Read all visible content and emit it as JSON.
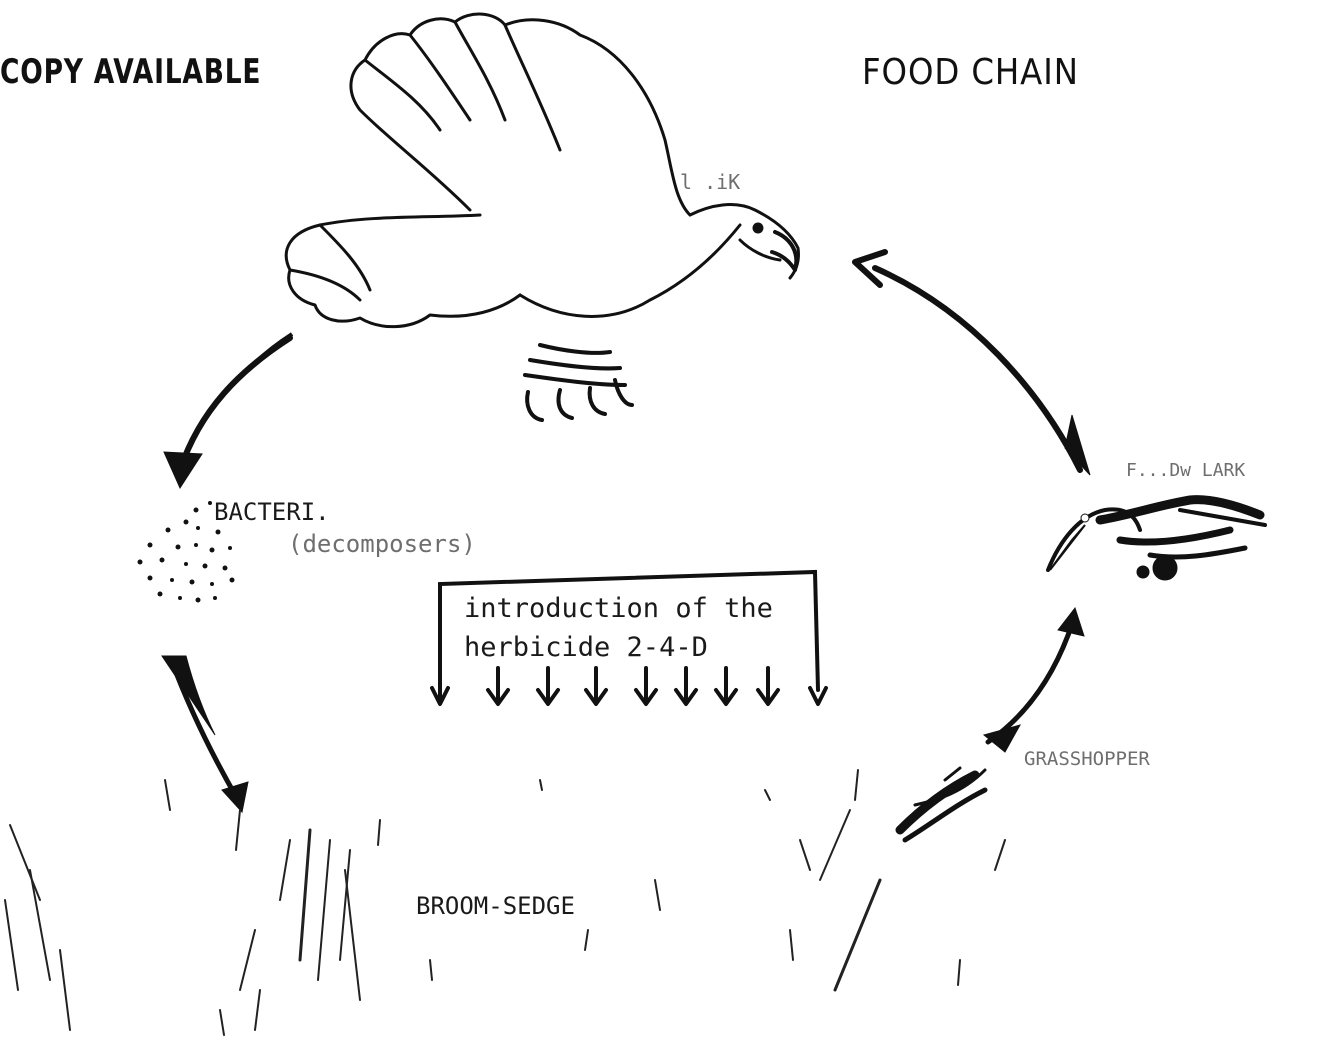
{
  "header": {
    "copy_label": "COPY AVAILABLE",
    "title": "FOOD CHAIN"
  },
  "organisms": {
    "hawk": "l  .iK",
    "meadowlark": "F...Dw LARK",
    "bacteria": "BACTERI.",
    "decomposers": "(decomposers)",
    "grasshopper": "GRASSHOPPER",
    "broomsedge": "BROOM-SEDGE"
  },
  "herbicide_box": {
    "line1": "introduction of the",
    "line2": "herbicide 2-4-D"
  },
  "colors": {
    "ink": "#111111",
    "paper": "#ffffff"
  }
}
